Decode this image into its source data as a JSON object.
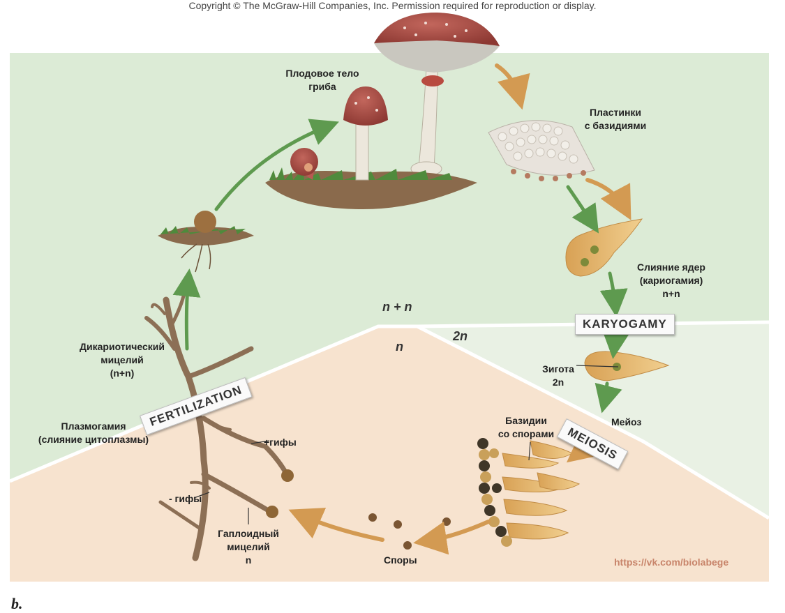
{
  "header": {
    "copyright": "Copyright © The McGraw-Hill Companies, Inc. Permission required for reproduction or display."
  },
  "figure_letter": "b.",
  "watermark": "https://vk.com/biolabege",
  "zones": {
    "dikaryon": "n + n",
    "haploid": "n",
    "diploid": "2n"
  },
  "stages": {
    "karyogamy": "KARYOGAMY",
    "meiosis": "MEIOSIS",
    "fertilization": "FERTILIZATION"
  },
  "labels": {
    "fruiting_body": [
      "Плодовое тело",
      "гриба"
    ],
    "gills": [
      "Пластинки",
      "с базидиями"
    ],
    "nuclear_fusion": [
      "Слияние ядер",
      "(кариогамия)",
      "n+n"
    ],
    "zygote": [
      "Зигота",
      "2n"
    ],
    "meiosis_ru": "Мейоз",
    "basidia_spores": [
      "Базидии",
      "со спорами"
    ],
    "spores": "Споры",
    "haploid_mycelium": [
      "Гаплоидный",
      "мицелий",
      "n"
    ],
    "minus_hyphae": "- гифы",
    "plus_hyphae": "+гифы",
    "plasmogamy": [
      "Плазмогамия",
      "(слияние цитоплазмы)"
    ],
    "dikaryotic_mycelium": [
      "Дикариотический",
      "мицелий",
      "(n+n)"
    ]
  },
  "colors": {
    "dikaryon_bg": "#dcebd6",
    "haploid_bg": "#f7e3cf",
    "diploid_bg": "#e9f1e4",
    "green_arrow": "#5e9a4f",
    "orange_arrow": "#d39a52",
    "cap": "#a5463f",
    "stalk": "#ece7dc",
    "hyphae": "#8c6f55",
    "basidium": "#e4b46a",
    "spore": "#7a5532"
  }
}
